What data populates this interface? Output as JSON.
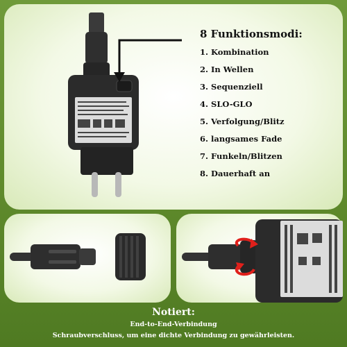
{
  "modes": {
    "title": "8 Funktionsmodi:",
    "items": [
      "1. Kombination",
      "2. In Wellen",
      "3. Sequenziell",
      "4. SLO-GLO",
      "5. Verfolgung/Blitz",
      "6. langsames Fade",
      "7. Funkeln/Blitzen",
      "8. Dauerhaft an"
    ]
  },
  "note": {
    "title": "Notiert:",
    "line1": "End-to-End-Verbindung",
    "line2": "Schraubverschluss, um eine dichte Verbindung zu gewährleisten."
  },
  "colors": {
    "background": "#5f8a2c",
    "panel": "#ffffff",
    "adapter_body": "#2b2b2b",
    "arrow_red": "#e0201b",
    "text_dark": "#111111",
    "text_light": "#ffffff"
  }
}
